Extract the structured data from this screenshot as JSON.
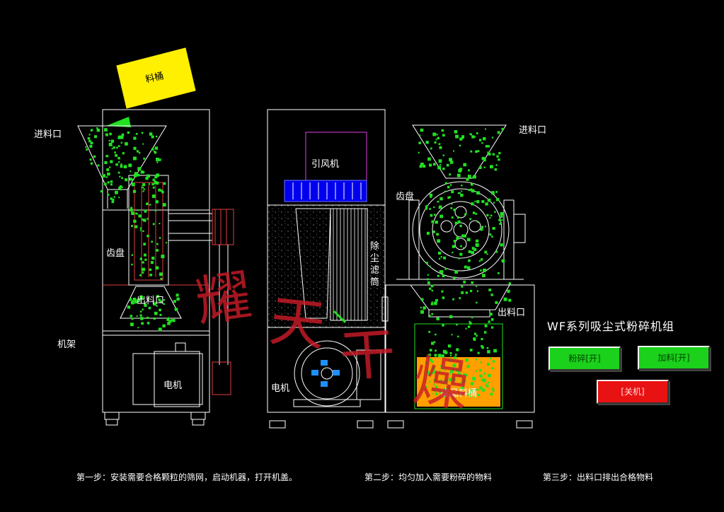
{
  "labels": {
    "material_bucket": "料桶",
    "feed_inlet_left": "进料口",
    "gear_disc_left": "齿盘",
    "discharge_left": "出料口",
    "frame": "机架",
    "motor_left": "电机",
    "induced_fan": "引风机",
    "dust_filter": "除尘滤筒",
    "motor_middle": "电机",
    "feed_inlet_right": "进料口",
    "gear_disc_right": "齿盘",
    "discharge_right": "出料口",
    "product_bucket": "成品料桶"
  },
  "panel": {
    "title": "WF系列吸尘式粉碎机组",
    "crush_button": "粉碎[开]",
    "feed_button": "加料[开]",
    "stop_button": "[关机]"
  },
  "steps": {
    "step1": "第一步：安装需要合格颗粒的筛网，启动机器，打开机盖。",
    "step2": "第二步：均匀加入需要粉碎的物料",
    "step3": "第三步：出料口排出合格物料"
  },
  "watermark": [
    "耀",
    "天",
    "干",
    "燥"
  ],
  "colors": {
    "background": "#000000",
    "outline": "#ffffff",
    "particles": "#22e022",
    "bucket_yellow": "#ffef00",
    "product_orange": "#ff9f00",
    "fan_blue": "#0000ee",
    "button_green": "#1bd11b",
    "button_red": "#e91212",
    "watermark_red": "#c81c28"
  }
}
